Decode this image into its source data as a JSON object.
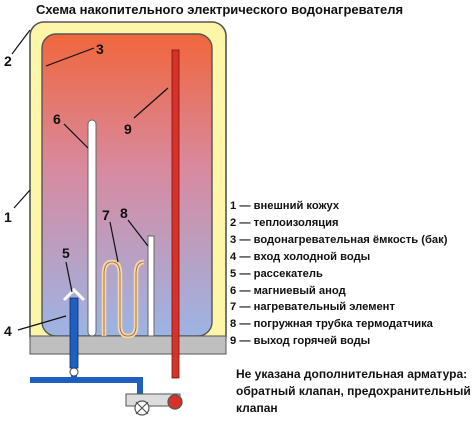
{
  "title": "Схема накопительного электрического водонагревателя",
  "callouts": [
    "1",
    "2",
    "3",
    "4",
    "5",
    "6",
    "7",
    "8",
    "9"
  ],
  "legend": [
    "1 — внешний кожух",
    "2 — теплоизоляция",
    "3 — водонагревательная ёмкость (бак)",
    "4 — вход холодной воды",
    "5 — рассекатель",
    "6 — магниевый анод",
    "7 — нагревательный элемент",
    "8 — погружная трубка термодатчика",
    "9 — выход горячей воды"
  ],
  "note": [
    "Не указана дополнительная арматура:",
    "обратный клапан, предохранительный",
    "клапан"
  ],
  "colors": {
    "hot_water": "#f0663c",
    "cold_water": "#9cb4e4",
    "insulation": "#fdf6a8",
    "base": "#bfbfbf",
    "hot_pipe": "#d8312a",
    "cold_pipe": "#1e5fbf"
  }
}
